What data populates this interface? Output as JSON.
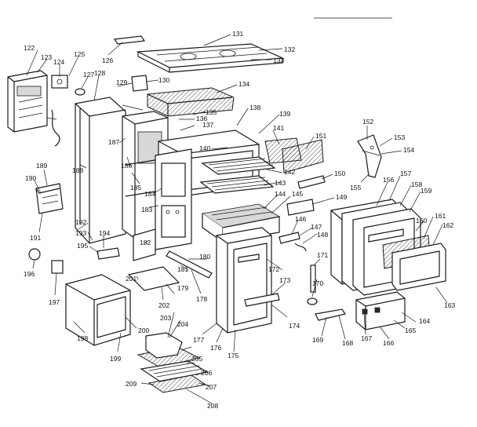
{
  "callouts": [
    "122",
    "123",
    "124",
    "125",
    "126",
    "127",
    "128",
    "129",
    "130",
    "131",
    "132",
    "133",
    "134",
    "135",
    "136",
    "137",
    "138",
    "139",
    "140",
    "141",
    "142",
    "143",
    "144",
    "145",
    "146",
    "147",
    "148",
    "149",
    "150",
    "151",
    "152",
    "153",
    "154",
    "155",
    "156",
    "157",
    "158",
    "159",
    "160",
    "161",
    "162",
    "163",
    "164",
    "165",
    "166",
    "167",
    "168",
    "169",
    "170",
    "171",
    "172",
    "173",
    "174",
    "175",
    "176",
    "177",
    "178",
    "179",
    "180",
    "181",
    "182",
    "183",
    "184",
    "185",
    "186",
    "187",
    "188",
    "189",
    "190",
    "191",
    "192",
    "193",
    "194",
    "195",
    "196",
    "197",
    "198",
    "199",
    "200",
    "201",
    "202",
    "203",
    "204",
    "205",
    "206",
    "207",
    "208",
    "209"
  ],
  "colors": {
    "line": "#1a1a1a",
    "background": "#ffffff"
  }
}
